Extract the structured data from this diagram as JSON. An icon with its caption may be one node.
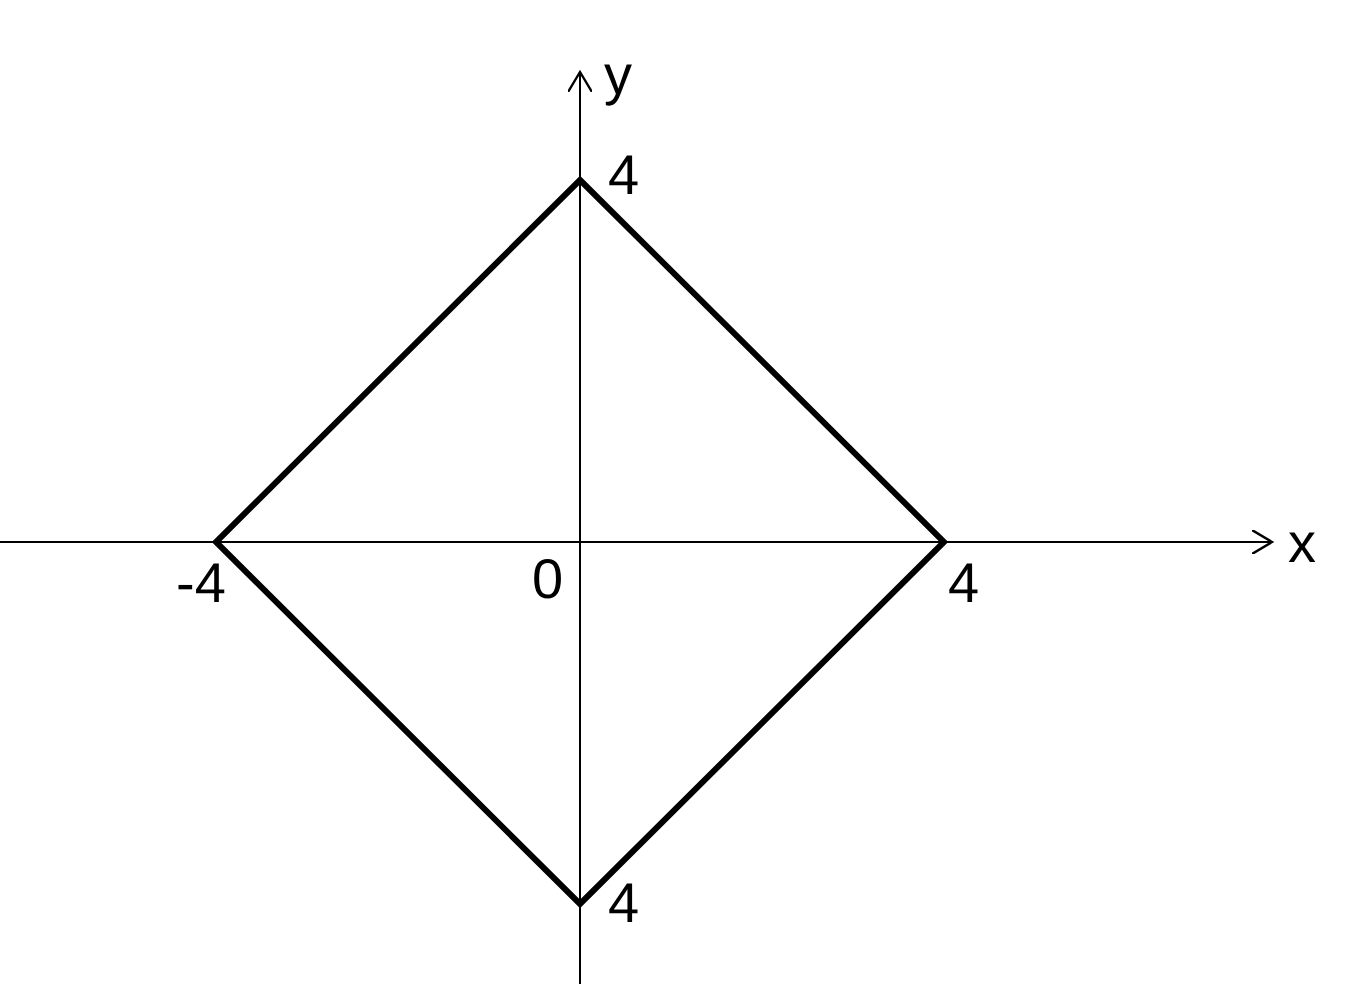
{
  "diagram": {
    "labels": [
      "y",
      "4",
      "-4",
      "0",
      "4",
      "x",
      "4"
    ]
  }
}
